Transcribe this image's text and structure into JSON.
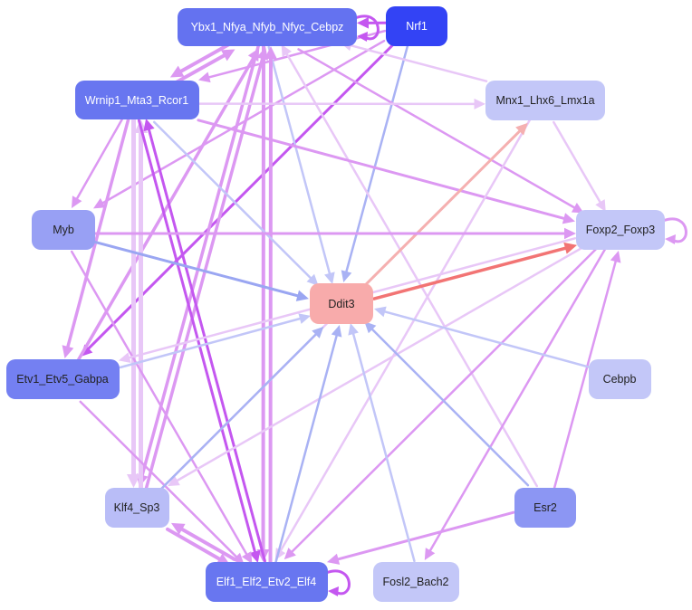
{
  "nodes": {
    "ybx1": {
      "label": "Ybx1_Nfya_Nfyb_Nfyc_Cebpz",
      "fill": "#6472f0",
      "text_color": "#ffffff"
    },
    "nrf1": {
      "label": "Nrf1",
      "fill": "#3343f5",
      "text_color": "#ffffff"
    },
    "wrnip1": {
      "label": "Wrnip1_Mta3_Rcor1",
      "fill": "#6876f0",
      "text_color": "#ffffff"
    },
    "mnx1": {
      "label": "Mnx1_Lhx6_Lmx1a",
      "fill": "#c3c7f8",
      "text_color": "#222222"
    },
    "myb": {
      "label": "Myb",
      "fill": "#98a0f4",
      "text_color": "#222222"
    },
    "foxp2": {
      "label": "Foxp2_Foxp3",
      "fill": "#c3c7f8",
      "text_color": "#222222"
    },
    "ddit3": {
      "label": "Ddit3",
      "fill": "#f8abab",
      "text_color": "#222222"
    },
    "etv1": {
      "label": "Etv1_Etv5_Gabpa",
      "fill": "#7480f2",
      "text_color": "#222222"
    },
    "cebpb": {
      "label": "Cebpb",
      "fill": "#c3c7f8",
      "text_color": "#222222"
    },
    "klf4": {
      "label": "Klf4_Sp3",
      "fill": "#b9bdf7",
      "text_color": "#222222"
    },
    "esr2": {
      "label": "Esr2",
      "fill": "#8c96f3",
      "text_color": "#222222"
    },
    "elf1": {
      "label": "Elf1_Elf2_Etv2_Elf4",
      "fill": "#6876f0",
      "text_color": "#ffffff"
    },
    "fosl2": {
      "label": "Fosl2_Bach2",
      "fill": "#c3c7f8",
      "text_color": "#222222"
    }
  },
  "colors": {
    "blue_light": "#c2c6f8",
    "blue_mid": "#a9b2f4",
    "blue_strong": "#9aa6f2",
    "lavender": "#e8c7f7",
    "violet": "#dc98f2",
    "purple": "#c457f0",
    "salmon": "#f5b0b0",
    "red": "#f27474"
  },
  "edges": [
    {
      "from": "nrf1",
      "to": "ybx1",
      "color": "purple",
      "width": 3
    },
    {
      "from": "nrf1",
      "to": "wrnip1",
      "color": "violet",
      "width": 2.5
    },
    {
      "from": "nrf1",
      "to": "etv1",
      "color": "purple",
      "width": 3
    },
    {
      "from": "nrf1",
      "to": "myb",
      "color": "violet",
      "width": 2.5
    },
    {
      "from": "nrf1",
      "to": "ddit3",
      "color": "blue_mid",
      "width": 2.5
    },
    {
      "from": "ybx1",
      "to": "wrnip1",
      "color": "violet",
      "width": 4
    },
    {
      "from": "wrnip1",
      "to": "ybx1",
      "color": "violet",
      "width": 4
    },
    {
      "from": "ybx1",
      "to": "ddit3",
      "color": "blue_light",
      "width": 2.5
    },
    {
      "from": "ybx1",
      "to": "foxp2",
      "color": "violet",
      "width": 2.5
    },
    {
      "from": "ybx1",
      "to": "elf1",
      "color": "violet",
      "width": 4
    },
    {
      "from": "elf1",
      "to": "ybx1",
      "color": "violet",
      "width": 4
    },
    {
      "from": "ybx1",
      "to": "klf4",
      "color": "violet",
      "width": 3.5
    },
    {
      "from": "etv1",
      "to": "ybx1",
      "color": "violet",
      "width": 3.5
    },
    {
      "from": "klf4",
      "to": "ybx1",
      "color": "violet",
      "width": 3.5
    },
    {
      "from": "esr2",
      "to": "ybx1",
      "color": "lavender",
      "width": 2.5
    },
    {
      "from": "mnx1",
      "to": "ybx1",
      "color": "lavender",
      "width": 2.5
    },
    {
      "from": "wrnip1",
      "to": "mnx1",
      "color": "lavender",
      "width": 2.5
    },
    {
      "from": "wrnip1",
      "to": "foxp2",
      "color": "violet",
      "width": 3
    },
    {
      "from": "wrnip1",
      "to": "myb",
      "color": "violet",
      "width": 2.5
    },
    {
      "from": "wrnip1",
      "to": "etv1",
      "color": "violet",
      "width": 3.5
    },
    {
      "from": "wrnip1",
      "to": "klf4",
      "color": "lavender",
      "width": 5
    },
    {
      "from": "klf4",
      "to": "wrnip1",
      "color": "lavender",
      "width": 5
    },
    {
      "from": "wrnip1",
      "to": "elf1",
      "color": "purple",
      "width": 3
    },
    {
      "from": "elf1",
      "to": "wrnip1",
      "color": "purple",
      "width": 3
    },
    {
      "from": "wrnip1",
      "to": "ddit3",
      "color": "blue_light",
      "width": 2.5
    },
    {
      "from": "mnx1",
      "to": "foxp2",
      "color": "lavender",
      "width": 2.5
    },
    {
      "from": "mnx1",
      "to": "elf1",
      "color": "lavender",
      "width": 2.5
    },
    {
      "from": "klf4",
      "to": "mnx1",
      "color": "lavender",
      "width": 2.5
    },
    {
      "from": "ddit3",
      "to": "mnx1",
      "color": "salmon",
      "width": 3
    },
    {
      "from": "myb",
      "to": "foxp2",
      "color": "violet",
      "width": 3
    },
    {
      "from": "myb",
      "to": "ddit3",
      "color": "blue_strong",
      "width": 3
    },
    {
      "from": "myb",
      "to": "elf1",
      "color": "violet",
      "width": 2.5
    },
    {
      "from": "ddit3",
      "to": "foxp2",
      "color": "red",
      "width": 3.5
    },
    {
      "from": "foxp2",
      "to": "etv1",
      "color": "lavender",
      "width": 2.5
    },
    {
      "from": "foxp2",
      "to": "klf4",
      "color": "lavender",
      "width": 2.5
    },
    {
      "from": "foxp2",
      "to": "elf1",
      "color": "violet",
      "width": 2.5
    },
    {
      "from": "foxp2",
      "to": "fosl2",
      "color": "violet",
      "width": 2.5
    },
    {
      "from": "esr2",
      "to": "foxp2",
      "color": "violet",
      "width": 2.5
    },
    {
      "from": "etv1",
      "to": "ddit3",
      "color": "blue_light",
      "width": 2.5
    },
    {
      "from": "etv1",
      "to": "elf1",
      "color": "violet",
      "width": 2.5
    },
    {
      "from": "cebpb",
      "to": "ddit3",
      "color": "blue_light",
      "width": 2.5
    },
    {
      "from": "klf4",
      "to": "ddit3",
      "color": "blue_mid",
      "width": 2.5
    },
    {
      "from": "klf4",
      "to": "elf1",
      "color": "violet",
      "width": 4
    },
    {
      "from": "elf1",
      "to": "klf4",
      "color": "violet",
      "width": 4
    },
    {
      "from": "esr2",
      "to": "ddit3",
      "color": "blue_mid",
      "width": 2.5
    },
    {
      "from": "esr2",
      "to": "elf1",
      "color": "violet",
      "width": 3
    },
    {
      "from": "elf1",
      "to": "ddit3",
      "color": "blue_mid",
      "width": 2.5
    },
    {
      "from": "fosl2",
      "to": "ddit3",
      "color": "blue_light",
      "width": 2.5
    }
  ],
  "self_loops": [
    {
      "node": "ybx1",
      "color": "purple"
    },
    {
      "node": "foxp2",
      "color": "violet"
    },
    {
      "node": "elf1",
      "color": "purple"
    }
  ]
}
